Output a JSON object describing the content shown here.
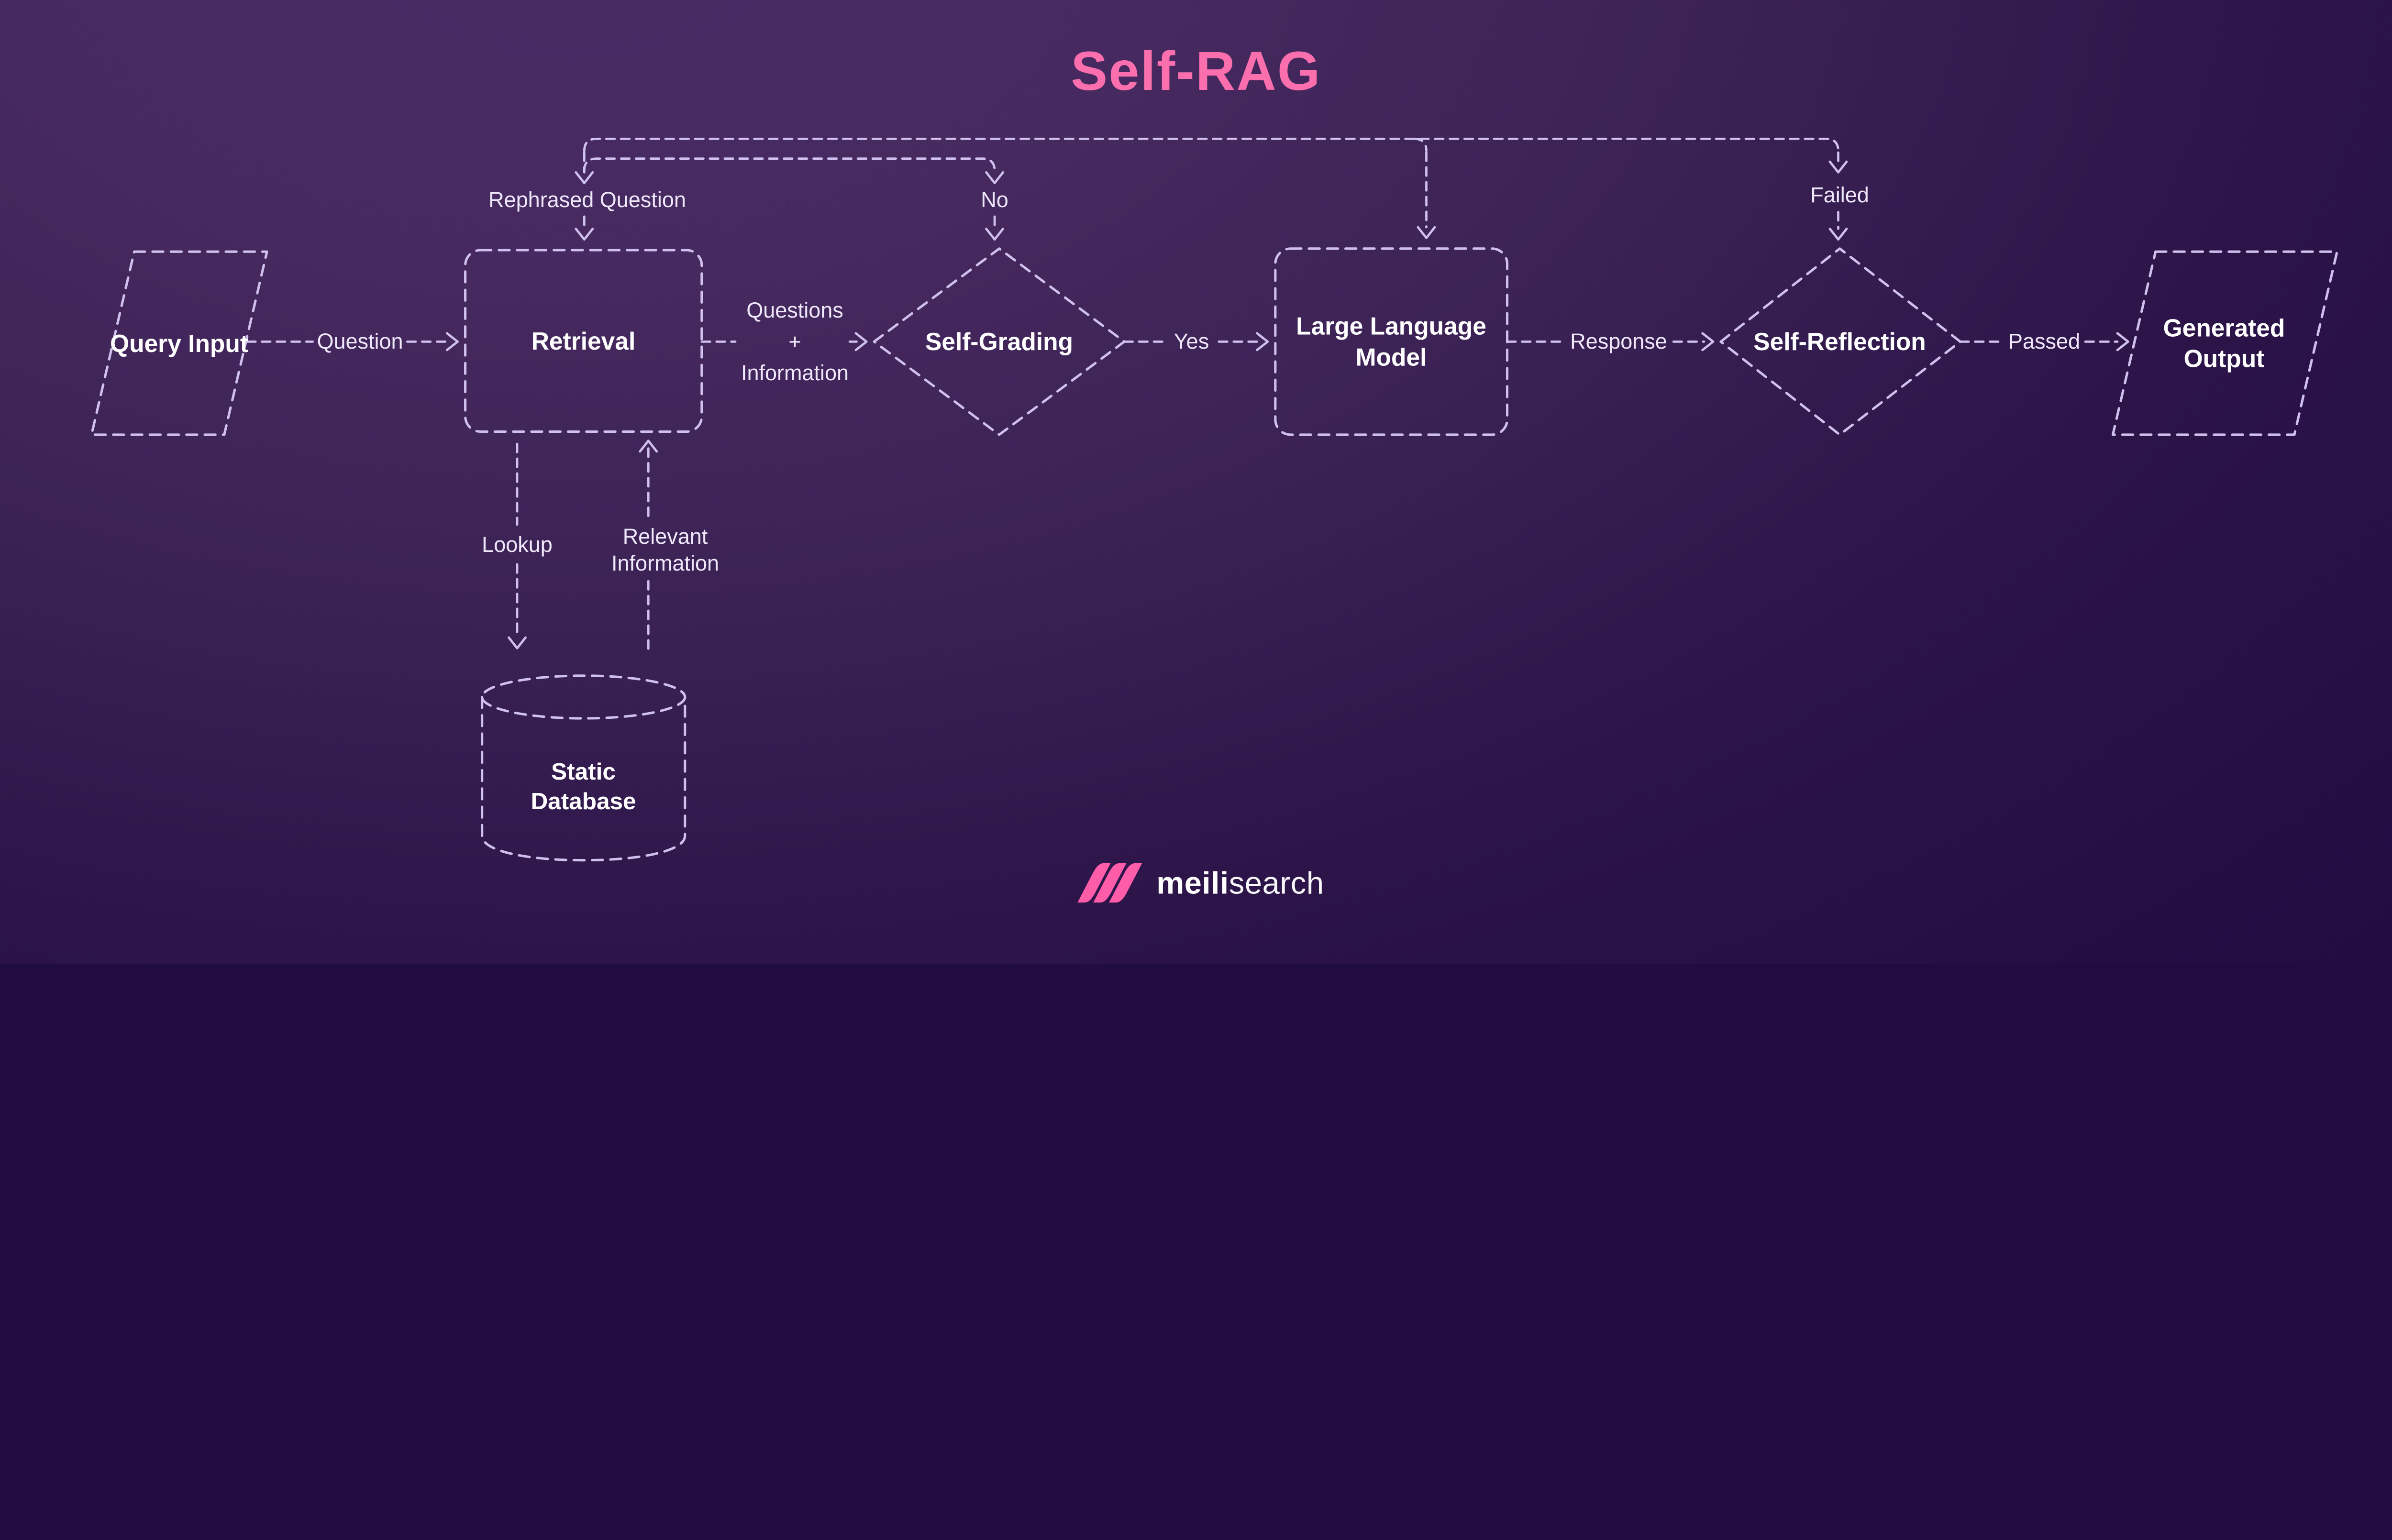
{
  "title": "Self-RAG",
  "nodes": {
    "query_input": "Query Input",
    "retrieval": "Retrieval",
    "self_grading": "Self-Grading",
    "llm": "Large Language Model",
    "self_reflection": "Self-Reflection",
    "generated_output": "Generated Output",
    "static_database": "Static Database"
  },
  "edge_labels": {
    "question": "Question",
    "retrieval_to_grading": [
      "Questions",
      "+",
      "Information"
    ],
    "yes": "Yes",
    "response": "Response",
    "passed": "Passed",
    "rephrased_question": "Rephrased Question",
    "no": "No",
    "failed": "Failed",
    "lookup": "Lookup",
    "relevant_information": "Relevant Information"
  },
  "footer": {
    "brand_bold": "meili",
    "brand_regular": "search"
  },
  "colors": {
    "title_pink": "#fb6fae",
    "logo_pink": "#ff5caa",
    "line_lavender": "#cfc0ee",
    "node_text": "#ffffff",
    "background_light": "#46295f",
    "background_dark": "#200c40"
  }
}
